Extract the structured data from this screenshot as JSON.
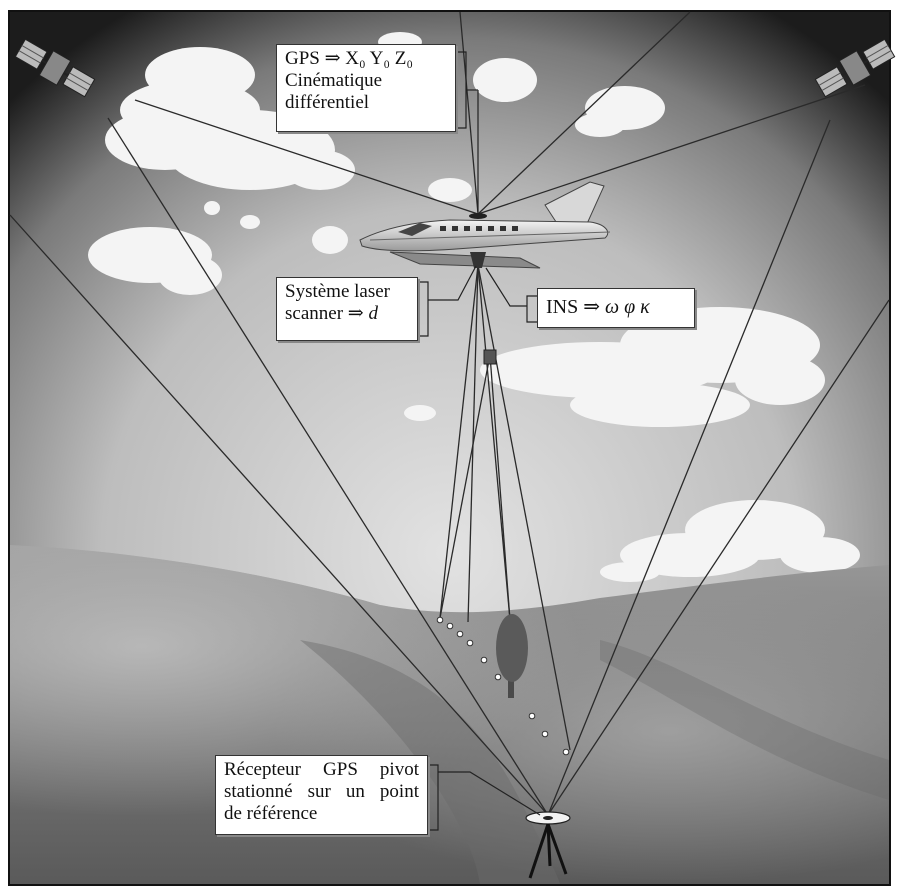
{
  "labels": {
    "gps": {
      "line1": "GPS ⇒ X₀ Y₀ Z₀",
      "line2": "Cinématique",
      "line3": "différentiel"
    },
    "laser": {
      "line1": "Système laser",
      "line2_prefix": "scanner ⇒ ",
      "line2_var": "d"
    },
    "ins": {
      "prefix": "INS ⇒ ",
      "angles": "ω φ κ"
    },
    "receiver": {
      "line1": "Récepteur GPS pivot",
      "line2": "stationné sur un point",
      "line3": "de référence"
    }
  },
  "icons": [
    "satellite-icon",
    "aircraft-icon",
    "tree-icon",
    "tripod-icon"
  ],
  "colors": {
    "sky_dark": "#1a1a1a",
    "sky_light": "#c8c8c8",
    "cloud": "#f4f4f4",
    "ground": "#8a8a8a",
    "line": "#222222"
  }
}
